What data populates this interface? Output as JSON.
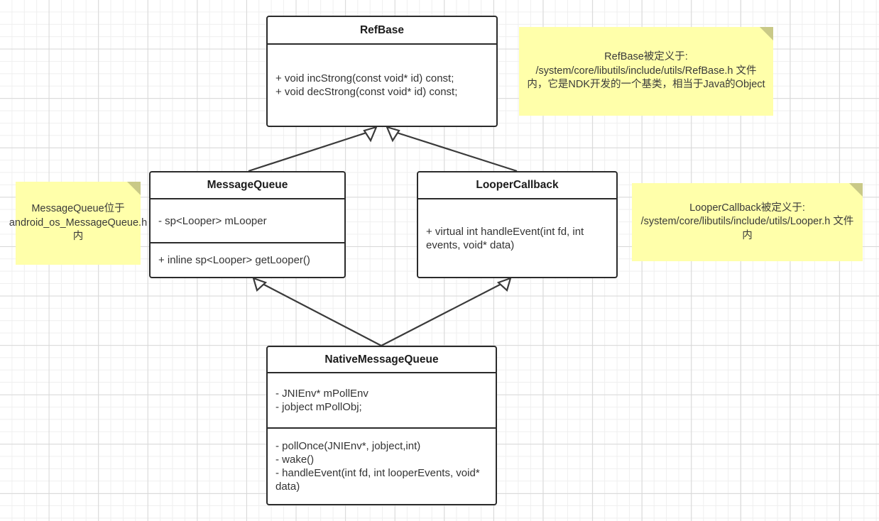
{
  "diagram": {
    "title": "Android MessageQueue UML class diagram",
    "background": "#ffffff",
    "grid_minor_color": "#efefef",
    "grid_major_color": "#d8d8d8",
    "box_border_color": "#2b2b2b",
    "note_fill_color": "#ffffaa",
    "note_fold_color": "#c9c987",
    "edge_color": "#3a3a3a"
  },
  "classes": {
    "refbase": {
      "name": "RefBase",
      "attributes": [],
      "methods": [
        "+ void incStrong(const void* id) const;",
        "+ void decStrong(const void* id) const;"
      ]
    },
    "message_queue": {
      "name": "MessageQueue",
      "attributes": [
        "- sp<Looper> mLooper"
      ],
      "methods": [
        "+ inline sp<Looper> getLooper()"
      ]
    },
    "looper_callback": {
      "name": "LooperCallback",
      "methods": [
        "+ virtual int handleEvent(int fd, int events, void* data)"
      ]
    },
    "native_message_queue": {
      "name": "NativeMessageQueue",
      "attributes": [
        "- JNIEnv* mPollEnv",
        "- jobject mPollObj;"
      ],
      "methods": [
        "- pollOnce(JNIEnv*, jobject,int)",
        "- wake()",
        "- handleEvent(int fd, int looperEvents, void* data)"
      ]
    }
  },
  "notes": {
    "refbase_note": "RefBase被定义于:\n/system/core/libutils/include/utils/RefBase.h 文件内，它是NDK开发的一个基类，相当于Java的Object",
    "message_queue_note": "MessageQueue位于android_os_MessageQueue.h内",
    "looper_callback_note": "LooperCallback被定义于:\n/system/core/libutils/include/utils/Looper.h 文件内"
  },
  "relationships": [
    {
      "name": "message-queue-extends-refbase",
      "type": "generalization",
      "from": "MessageQueue",
      "to": "RefBase"
    },
    {
      "name": "looper-callback-extends-refbase",
      "type": "generalization",
      "from": "LooperCallback",
      "to": "RefBase"
    },
    {
      "name": "native-message-queue-extends-message-queue",
      "type": "generalization",
      "from": "NativeMessageQueue",
      "to": "MessageQueue"
    },
    {
      "name": "native-message-queue-extends-looper-callback",
      "type": "generalization",
      "from": "NativeMessageQueue",
      "to": "LooperCallback"
    }
  ]
}
